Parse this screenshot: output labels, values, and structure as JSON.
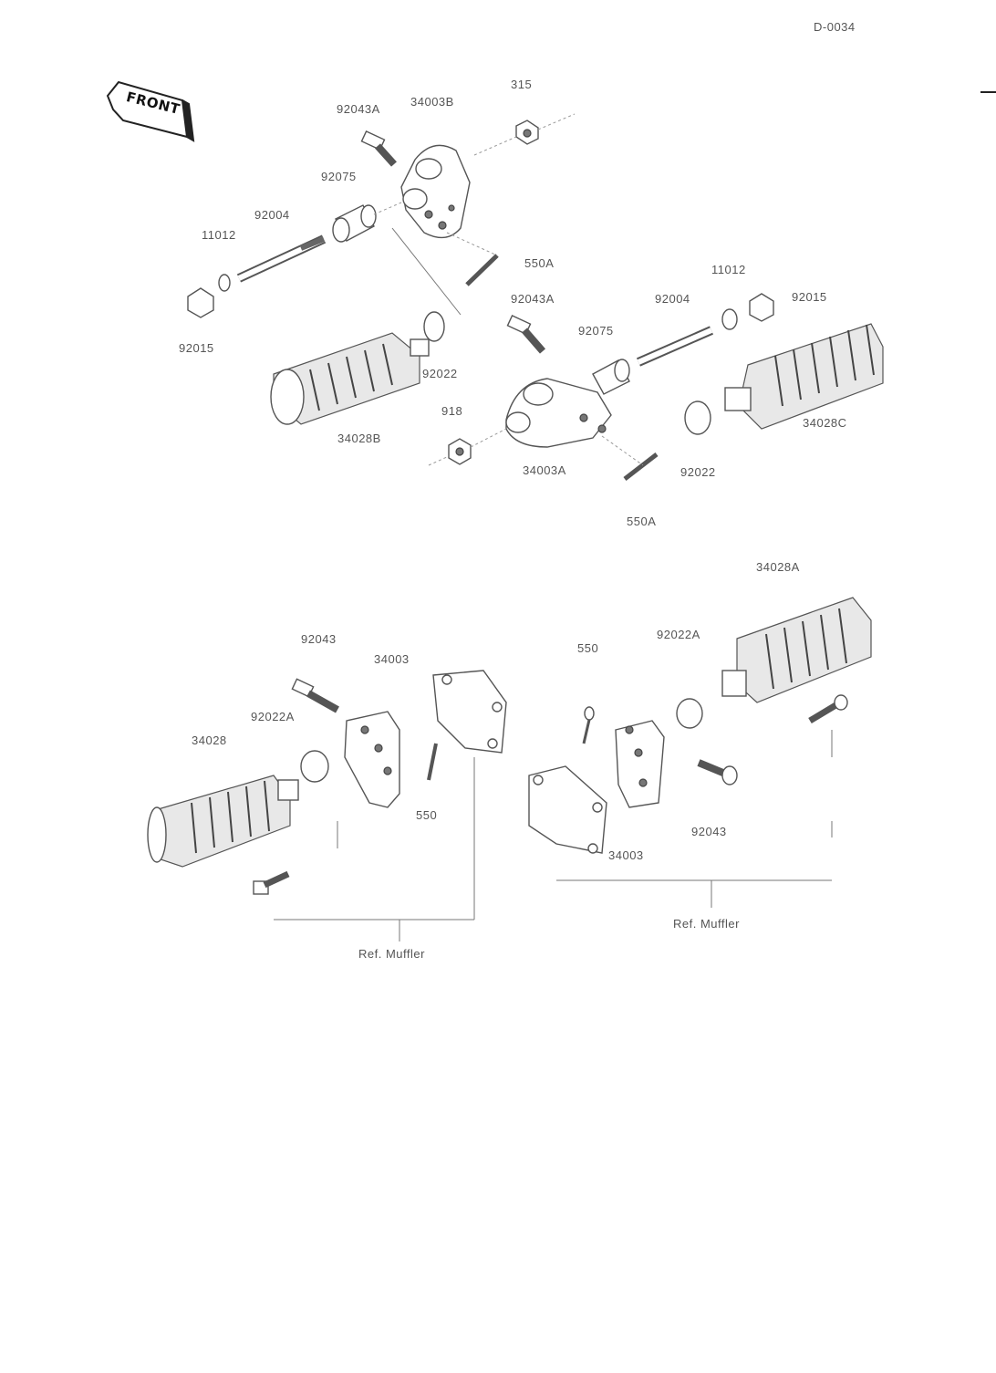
{
  "header": {
    "code": "D-0034"
  },
  "front_badge": {
    "text": "FRONT"
  },
  "labels": {
    "p92043A_top": "92043A",
    "p34003B": "34003B",
    "p315": "315",
    "p92075_top": "92075",
    "p92004_top": "92004",
    "p11012_left": "11012",
    "p550A_top": "550A",
    "p11012_right": "11012",
    "p92004_right": "92004",
    "p92015_right": "92015",
    "p92043A_mid": "92043A",
    "p92075_mid": "92075",
    "p92015_left": "92015",
    "p92022_left": "92022",
    "p918": "918",
    "p34028B": "34028B",
    "p34028C": "34028C",
    "p34003A": "34003A",
    "p92022_right": "92022",
    "p550A_bottom": "550A",
    "p34028A": "34028A",
    "p92043_left": "92043",
    "p34003_left": "34003",
    "p550_right": "550",
    "p92022A_right": "92022A",
    "p92022A_left": "92022A",
    "p34028": "34028",
    "p550_left": "550",
    "p34003_right": "34003",
    "p92043_right": "92043",
    "ref_muffler_left": "Ref. Muffler",
    "ref_muffler_right": "Ref. Muffler"
  }
}
